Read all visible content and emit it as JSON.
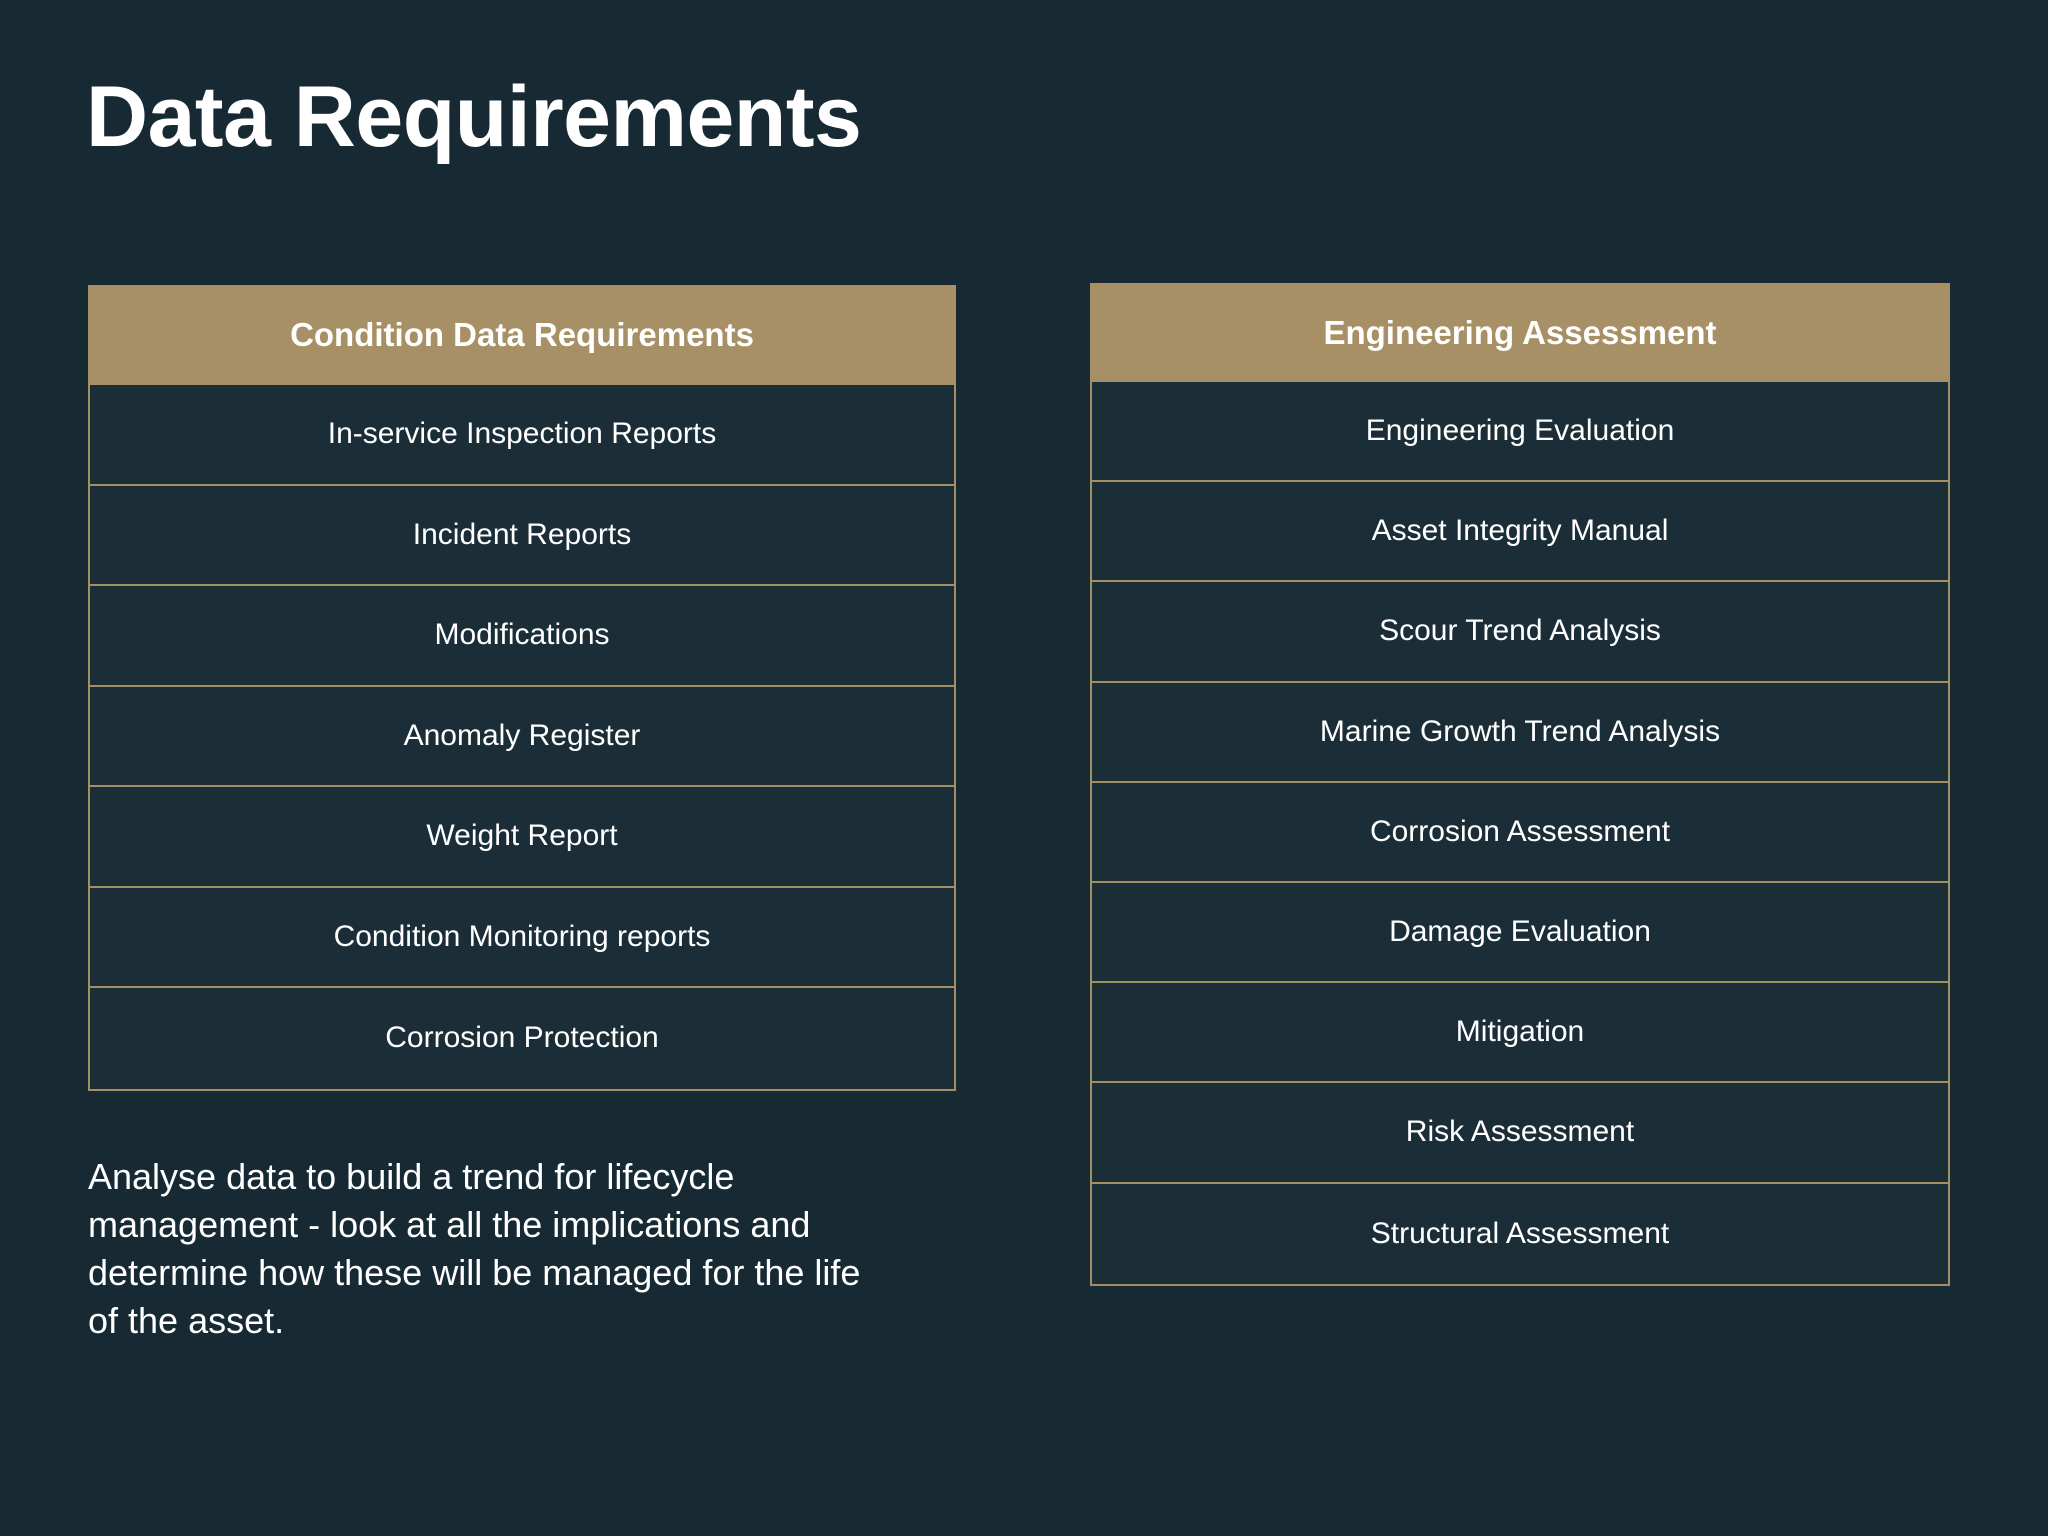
{
  "slide": {
    "title": "Data Requirements",
    "background_color": "#172a33",
    "accent_color": "#a79065",
    "border_color": "#a38f63",
    "row_background_color": "#1b2e37",
    "text_color": "#ffffff"
  },
  "left_table": {
    "header": "Condition Data Requirements",
    "rows": [
      "In-service Inspection Reports",
      "Incident Reports",
      "Modifications",
      "Anomaly Register",
      "Weight Report",
      "Condition Monitoring reports",
      "Corrosion Protection"
    ]
  },
  "right_table": {
    "header": "Engineering Assessment",
    "rows": [
      "Engineering Evaluation",
      "Asset Integrity Manual",
      "Scour Trend Analysis",
      "Marine Growth Trend Analysis",
      "Corrosion Assessment",
      "Damage Evaluation",
      "Mitigation",
      "Risk Assessment",
      "Structural Assessment"
    ]
  },
  "footnote": {
    "text": "Analyse data to build a trend for lifecycle management - look at all the implications and determine how these will be managed for the life of the asset."
  }
}
